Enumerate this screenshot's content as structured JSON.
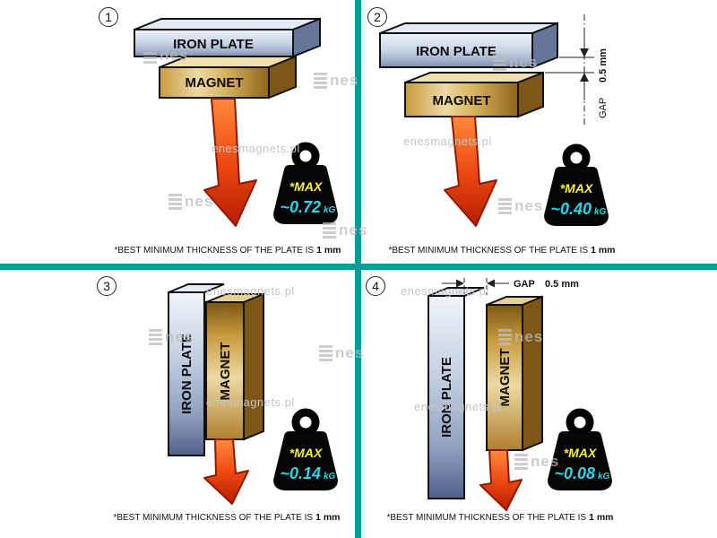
{
  "watermark": {
    "url": "enesmagnets.pl",
    "logo": "nes"
  },
  "colors": {
    "divider": "#009e96",
    "plate_steel": "#a9b8d0",
    "magnet_gold": "#c99c3f",
    "arrow_red": "#d93a00",
    "weight_black": "#000000",
    "max_yellow": "#f4ee3b",
    "value_cyan": "#2fd4e8"
  },
  "panels": [
    {
      "number": "1",
      "plate_label": "IRON PLATE",
      "magnet_label": "MAGNET",
      "weight": {
        "max": "*MAX",
        "value": "~0.72",
        "unit": "kG"
      },
      "caption": {
        "text": "*BEST MINIMUM THICKNESS OF THE PLATE IS",
        "bold": "1 mm"
      }
    },
    {
      "number": "2",
      "plate_label": "IRON PLATE",
      "magnet_label": "MAGNET",
      "gap": {
        "label": "GAP",
        "value": "0.5 mm"
      },
      "weight": {
        "max": "*MAX",
        "value": "~0.40",
        "unit": "kG"
      },
      "caption": {
        "text": "*BEST MINIMUM THICKNESS OF THE PLATE IS",
        "bold": "1 mm"
      }
    },
    {
      "number": "3",
      "plate_label": "IRON PLATE",
      "magnet_label": "MAGNET",
      "weight": {
        "max": "*MAX",
        "value": "~0.14",
        "unit": "kG"
      },
      "caption": {
        "text": "*BEST MINIMUM THICKNESS OF THE PLATE IS",
        "bold": "1 mm"
      }
    },
    {
      "number": "4",
      "plate_label": "IRON PLATE",
      "magnet_label": "MAGNET",
      "gap": {
        "label": "GAP",
        "value": "0.5 mm"
      },
      "weight": {
        "max": "*MAX",
        "value": "~0.08",
        "unit": "kG"
      },
      "caption": {
        "text": "*BEST MINIMUM THICKNESS OF THE PLATE IS",
        "bold": "1 mm"
      }
    }
  ]
}
